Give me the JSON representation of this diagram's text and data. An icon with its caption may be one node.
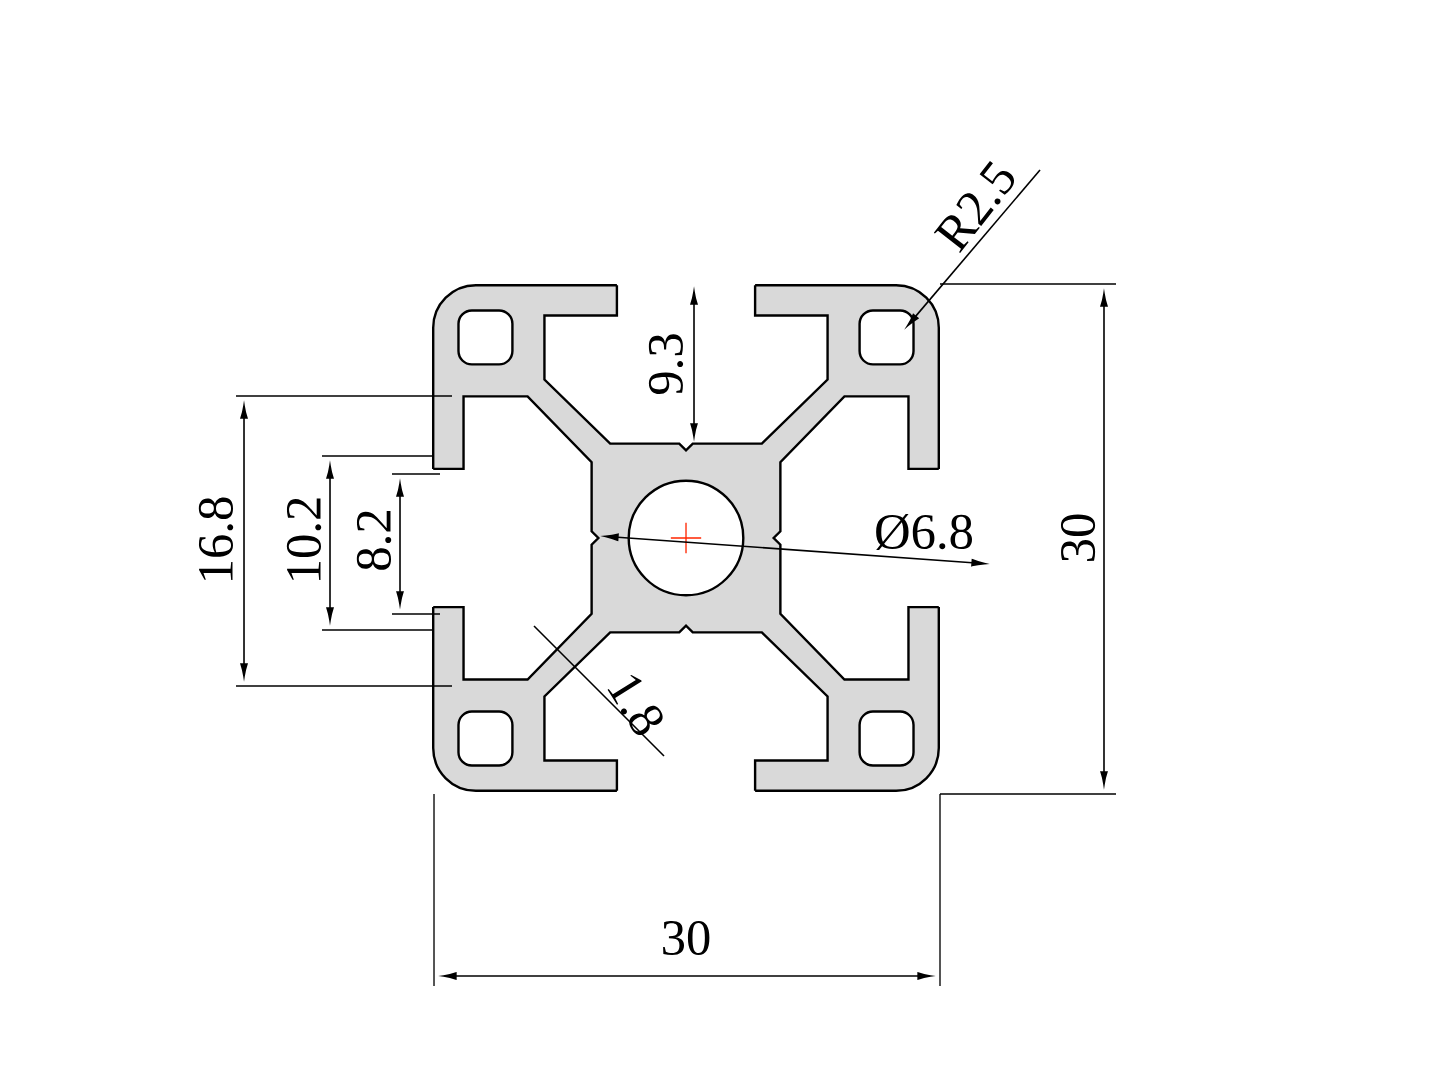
{
  "diagram": {
    "labels": [
      "R2.5",
      "9.3",
      "16.8",
      "10.2",
      "8.2",
      "Ø6.8",
      "30",
      "1.8",
      "30"
    ]
  }
}
